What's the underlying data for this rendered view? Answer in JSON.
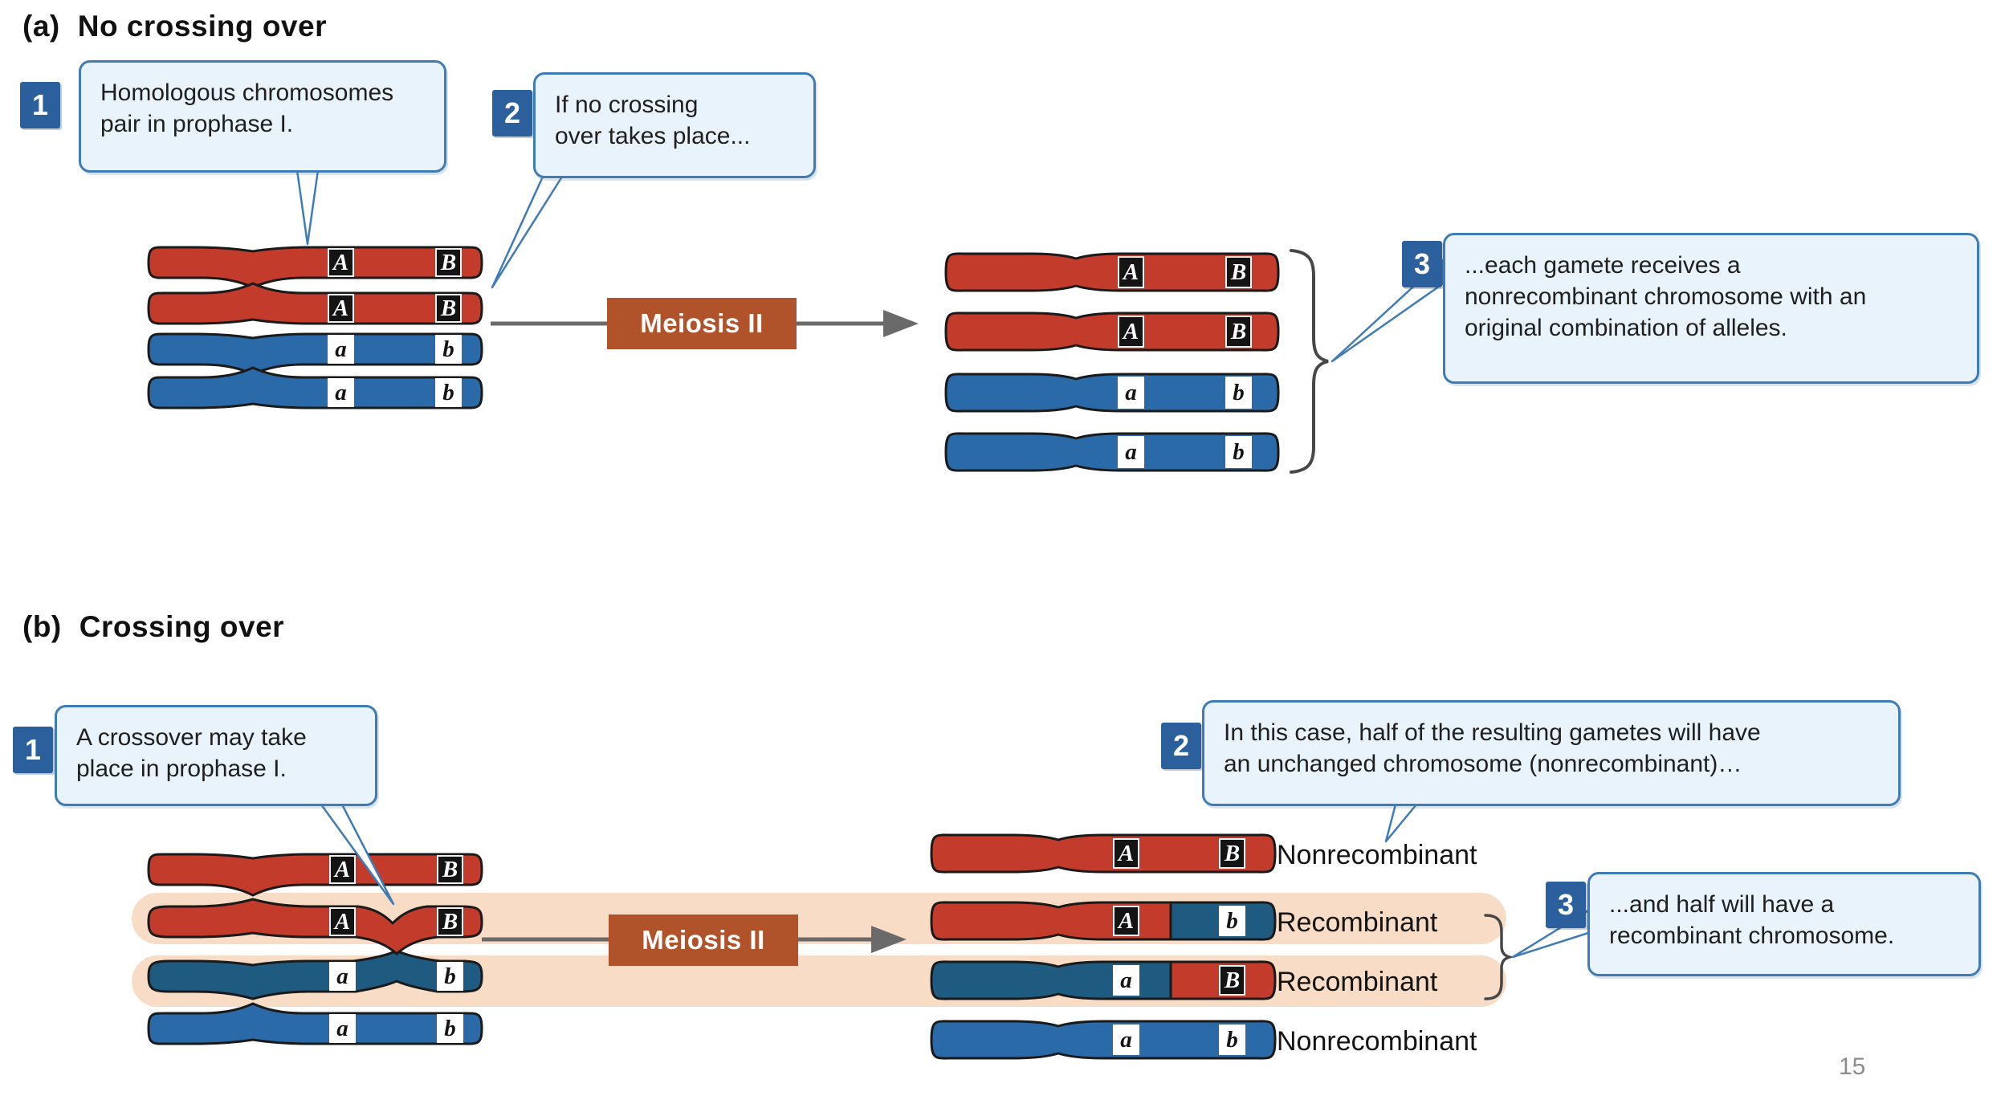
{
  "colors": {
    "chromosome_red": "#c23b2b",
    "chromosome_blue": "#2a6aa8",
    "chromosome_blue_dark": "#1f5b80",
    "chromosome_outline": "#1a1a1a",
    "callout_fill": "#e9f3fb",
    "callout_border": "#3f7cb6",
    "step_badge": "#2b609c",
    "meiosis_box": "#b0522a",
    "crossover_highlight": "#f8dcc5",
    "arrow_gray": "#6a6a6a",
    "brace_gray": "#474747"
  },
  "page": {
    "number": "15"
  },
  "panel_a": {
    "tag": "(a)",
    "title": "No crossing over",
    "process_label": "Meiosis II",
    "callout_1": {
      "step": "1",
      "text": "Homologous chromosomes\npair in prophase I."
    },
    "callout_2": {
      "step": "2",
      "text": "If no crossing\nover takes place..."
    },
    "callout_3": {
      "step": "3",
      "text": "...each gamete receives a\nnonrecombinant chromosome with an\noriginal combination of alleles."
    },
    "paired_chromosomes": {
      "red_chromatid_1": [
        "A",
        "B"
      ],
      "red_chromatid_2": [
        "A",
        "B"
      ],
      "blue_chromatid_1": [
        "a",
        "b"
      ],
      "blue_chromatid_2": [
        "a",
        "b"
      ]
    },
    "gametes": [
      {
        "color": "red",
        "alleles": [
          "A",
          "B"
        ]
      },
      {
        "color": "red",
        "alleles": [
          "A",
          "B"
        ]
      },
      {
        "color": "blue",
        "alleles": [
          "a",
          "b"
        ]
      },
      {
        "color": "blue",
        "alleles": [
          "a",
          "b"
        ]
      }
    ]
  },
  "panel_b": {
    "tag": "(b)",
    "title": "Crossing over",
    "process_label": "Meiosis II",
    "callout_1": {
      "step": "1",
      "text": "A crossover may take\nplace in prophase I."
    },
    "callout_2": {
      "step": "2",
      "text": "In this case, half of the resulting gametes will have\nan unchanged chromosome (nonrecombinant)…"
    },
    "callout_3": {
      "step": "3",
      "text": "...and half will have a\nrecombinant chromosome."
    },
    "paired_chromosomes": {
      "red_chromatid_1": [
        "A",
        "B"
      ],
      "red_chromatid_2": [
        "A",
        "B"
      ],
      "blue_chromatid_1": [
        "a",
        "b"
      ],
      "blue_chromatid_2": [
        "a",
        "b"
      ]
    },
    "gametes": [
      {
        "color": "red",
        "alleles": [
          "A",
          "B"
        ],
        "label": "Nonrecombinant"
      },
      {
        "color": "red-blue",
        "alleles": [
          "A",
          "b"
        ],
        "label": "Recombinant"
      },
      {
        "color": "blue-red",
        "alleles": [
          "a",
          "B"
        ],
        "label": "Recombinant"
      },
      {
        "color": "blue",
        "alleles": [
          "a",
          "b"
        ],
        "label": "Nonrecombinant"
      }
    ]
  }
}
